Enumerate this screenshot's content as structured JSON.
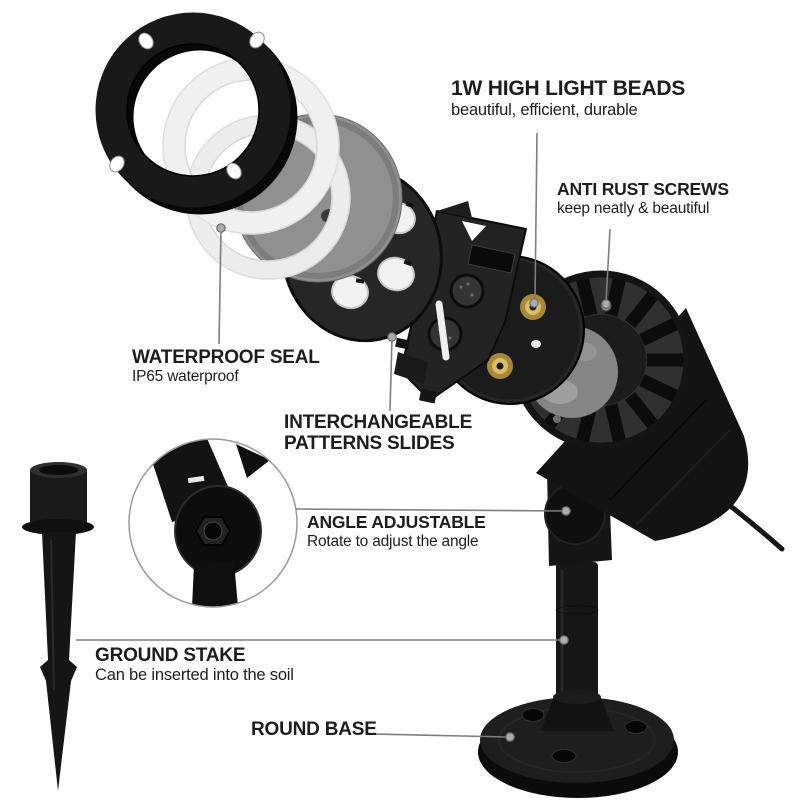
{
  "callouts": {
    "light_beads": {
      "title": "1W HIGH LIGHT BEADS",
      "subtitle": "beautiful, efficient, durable"
    },
    "anti_rust_screws": {
      "title": "ANTI RUST SCREWS",
      "subtitle": "keep neatly & beautiful"
    },
    "waterproof_seal": {
      "title": "WATERPROOF SEAL",
      "subtitle": "IP65 waterproof"
    },
    "pattern_slides": {
      "title_line1": "INTERCHANGEABLE",
      "title_line2": "PATTERNS SLIDES"
    },
    "angle_adjustable": {
      "title": "ANGLE ADJUSTABLE",
      "subtitle": "Rotate to adjust the angle"
    },
    "ground_stake": {
      "title": "GROUND STAKE",
      "subtitle": "Can be inserted into the soil"
    },
    "round_base": {
      "title": "ROUND BASE"
    }
  },
  "product": {
    "type": "outdoor projector light exploded view",
    "parts": [
      "front-cover-ring",
      "glass-lens-ring",
      "waterproof-seal-ring",
      "gray-lens-disc",
      "lens-plate",
      "pattern-slide-holder",
      "led-plate",
      "projector-head",
      "antenna-knob",
      "power-cable",
      "angle-bracket",
      "mounting-pole",
      "round-base",
      "ground-stake",
      "angle-joint-inset"
    ]
  },
  "colors": {
    "background": "#ffffff",
    "label_text": "#1d1d1d",
    "leader_line": "#7e7e7e",
    "leader_dot": "#ababab",
    "product_black": "#161616",
    "gray_part": "#909090",
    "white_part": "#eeeeee",
    "led_gold": "#b3923f"
  }
}
